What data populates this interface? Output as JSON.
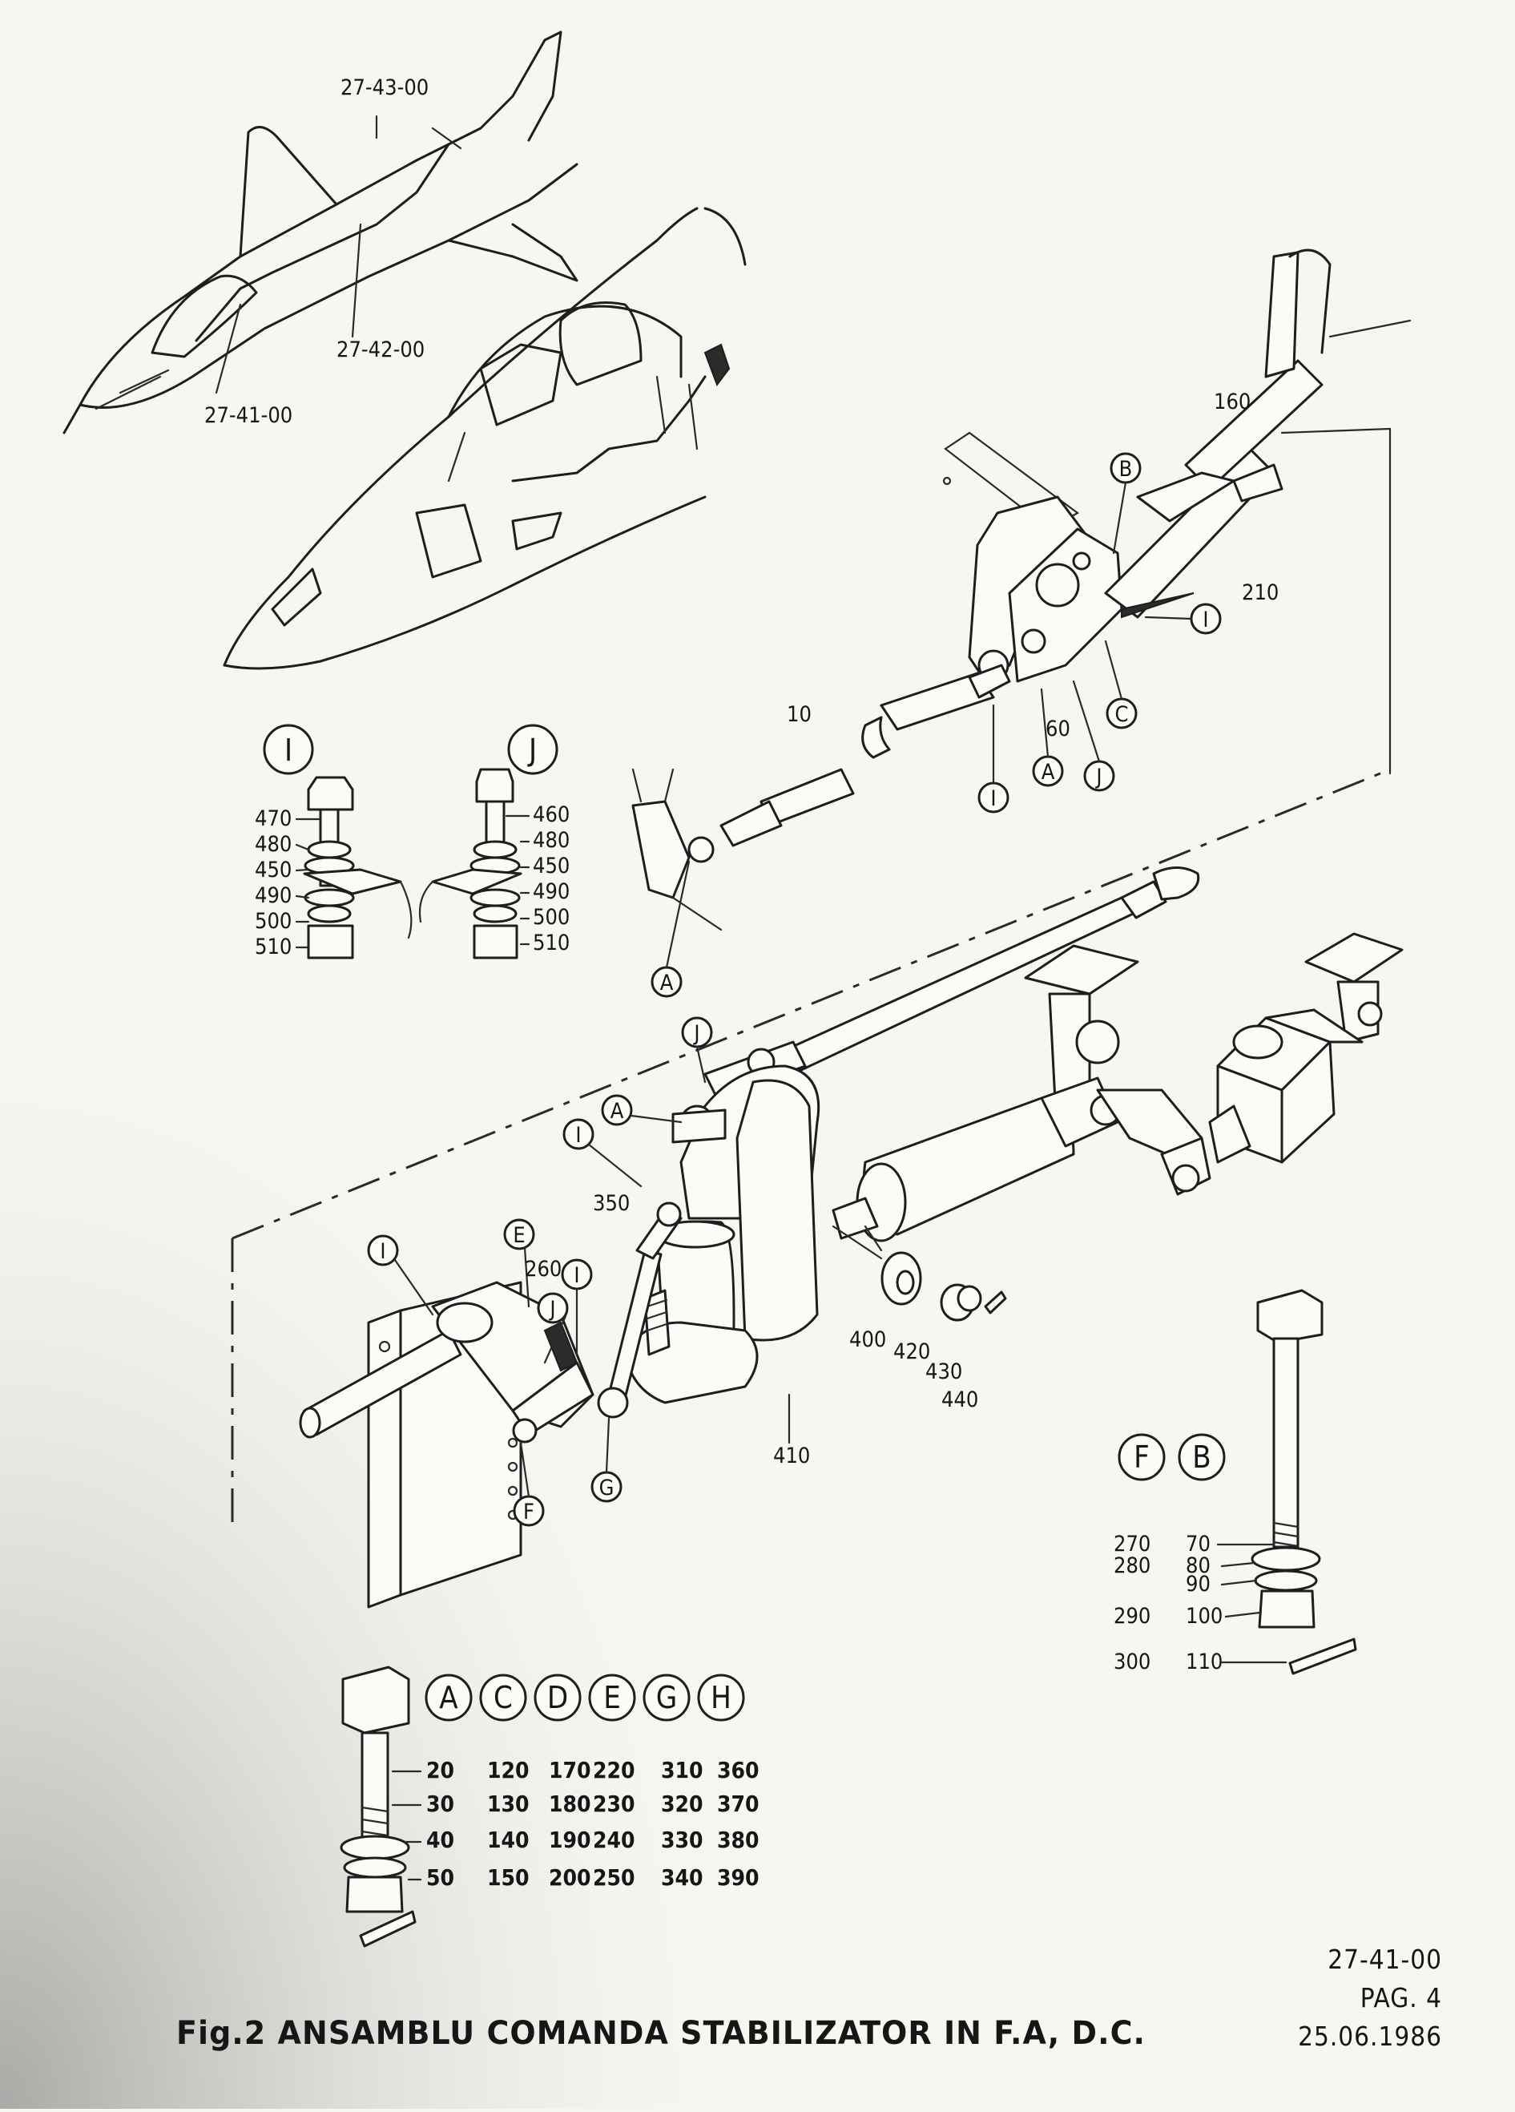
{
  "aircraft_refs": {
    "ref_a": "27-43-00",
    "ref_b": "27-42-00",
    "ref_c": "27-41-00"
  },
  "detail_letters": {
    "I": "I",
    "J": "J",
    "A": "A",
    "B": "B",
    "C": "C",
    "E": "E",
    "F": "F",
    "G": "G",
    "D": "D",
    "H": "H"
  },
  "part_numbers": {
    "p10": "10",
    "p60": "60",
    "p160": "160",
    "p210": "210",
    "p260": "260",
    "p350": "350",
    "p400": "400",
    "p410": "410",
    "p420": "420",
    "p430": "430",
    "p440": "440"
  },
  "detail_I": [
    "470",
    "480",
    "450",
    "490",
    "500",
    "510"
  ],
  "detail_J": [
    "460",
    "480",
    "450",
    "490",
    "500",
    "510"
  ],
  "detail_FB": {
    "F": [
      "270",
      "280",
      "290",
      "300"
    ],
    "B": [
      "70",
      "80",
      "90",
      "100",
      "110"
    ]
  },
  "detail_table": {
    "columns": [
      "A",
      "C",
      "D",
      "E",
      "G",
      "H"
    ],
    "rows": [
      [
        "20",
        "120",
        "170",
        "220",
        "310",
        "360"
      ],
      [
        "30",
        "130",
        "180",
        "230",
        "320",
        "370"
      ],
      [
        "40",
        "140",
        "190",
        "240",
        "330",
        "380"
      ],
      [
        "50",
        "150",
        "200",
        "250",
        "340",
        "390"
      ]
    ]
  },
  "footer": {
    "doc_ref": "27-41-00",
    "page": "PAG. 4",
    "date": "25.06.1986",
    "caption": "Fig.2 ANSAMBLU COMANDA STABILIZATOR IN F.A, D.C."
  }
}
